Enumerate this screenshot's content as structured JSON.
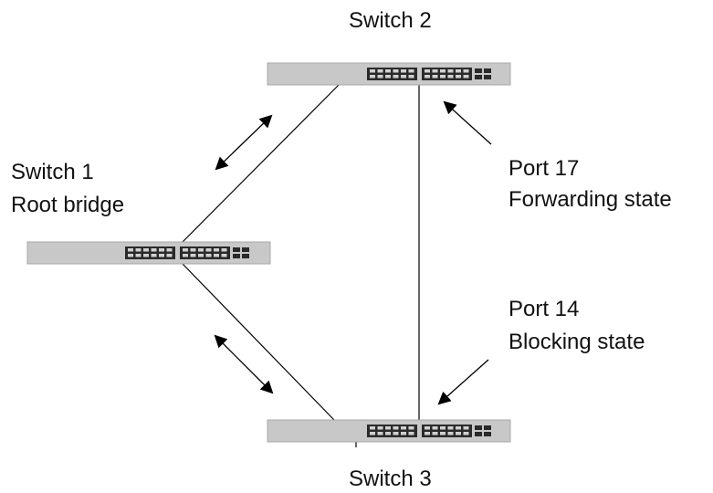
{
  "switches": {
    "switch1": {
      "name": "Switch 1",
      "role": "Root bridge"
    },
    "switch2": {
      "name": "Switch 2"
    },
    "switch3": {
      "name": "Switch 3"
    }
  },
  "ports": {
    "port17": {
      "name": "Port 17",
      "state": "Forwarding state"
    },
    "port14": {
      "name": "Port 14",
      "state": "Blocking state"
    }
  },
  "colors": {
    "switch_body": "#c8c8c8",
    "ports": "#2a2a2a",
    "lines": "#000000"
  }
}
